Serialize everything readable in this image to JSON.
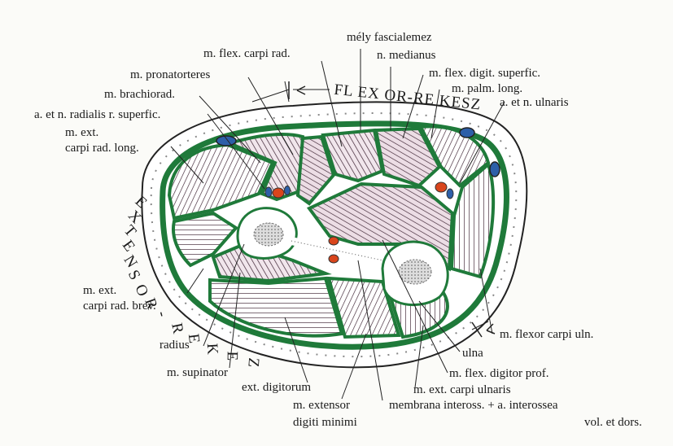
{
  "labels": {
    "mely_fascialemez": "mély fascialemez",
    "n_medianus": "n. medianus",
    "m_flex_carpi_rad": "m. flex. carpi rad.",
    "m_flex_digit_superfic": "m. flex. digit. superfic.",
    "m_pronatorteres": "m. pronatorteres",
    "m_palm_long": "m. palm. long.",
    "m_brachiorad": "m. brachiorad.",
    "a_et_n_ulnaris": "a. et n. ulnaris",
    "a_et_n_radialis": "a. et n. radialis r. superfic.",
    "m_ext_carpi_rad_long_1": "m. ext.",
    "m_ext_carpi_rad_long_2": "carpi rad. long.",
    "m_ext_carpi_rad_brev_1": "m. ext.",
    "m_ext_carpi_rad_brev_2": "carpi rad. brev.",
    "m_flexor_carpi_uln": "m. flexor carpi uln.",
    "radius": "radius",
    "ulna": "ulna",
    "m_supinator": "m. supinator",
    "m_flex_digitor_prof": "m. flex. digitor prof.",
    "ext_digitorum": "ext. digitorum",
    "m_ext_carpi_ulnaris": "m. ext. carpi ulnaris",
    "m_extensor_digiti_minimi_1": "m. extensor",
    "m_extensor_digiti_minimi_2": "digiti minimi",
    "membrana_inteross": "membrana inteross. + a. interossea",
    "vol_et_dors": "vol. et dors.",
    "flexor_rekesz": "FL EX OR-RE KESZ",
    "extensor_rekesz": [
      "E",
      "X",
      "T",
      "E",
      "N",
      "S",
      "O",
      "R",
      "-",
      "R",
      "E",
      "K",
      "E",
      "Z"
    ]
  },
  "colors": {
    "fascia": "#1f7a3a",
    "muscle_fill": "#ffffff",
    "muscle_hatch": "#3a2030",
    "muscle_tint": "#e9d6df",
    "bone": "#ffffff",
    "marrow": "#c9c9c9",
    "artery": "#d9451c",
    "vein": "#2d5fa8",
    "skin": "#222222"
  }
}
